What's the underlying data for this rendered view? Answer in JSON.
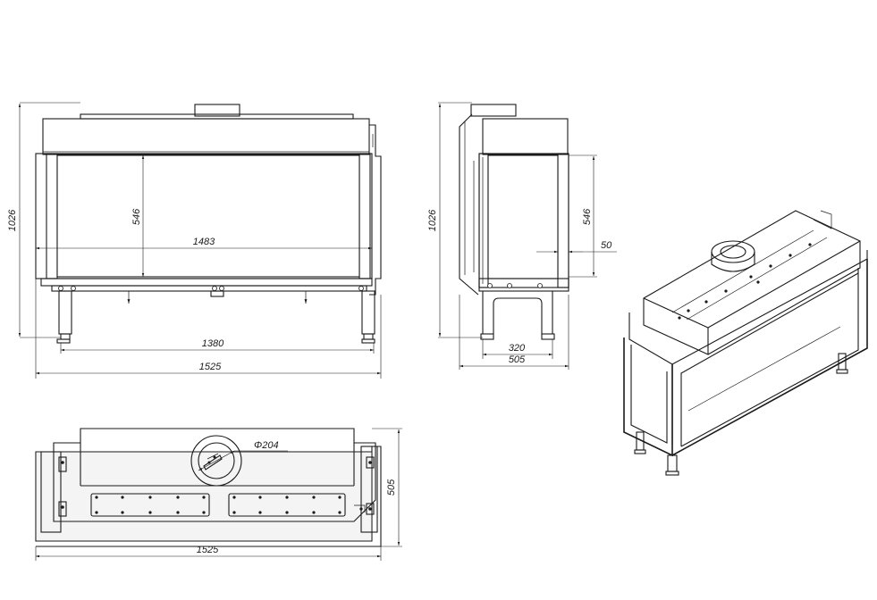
{
  "front_view": {
    "overall_height": "1026",
    "glass_height": "546",
    "glass_width": "1483",
    "leg_spacing": "1380",
    "overall_width": "1525"
  },
  "side_view": {
    "overall_height": "1026",
    "glass_height": "546",
    "glass_offset": "50",
    "leg_spacing": "320",
    "overall_depth": "505"
  },
  "top_view": {
    "flue_diameter": "Φ204",
    "overall_depth": "505",
    "overall_width": "1525"
  }
}
